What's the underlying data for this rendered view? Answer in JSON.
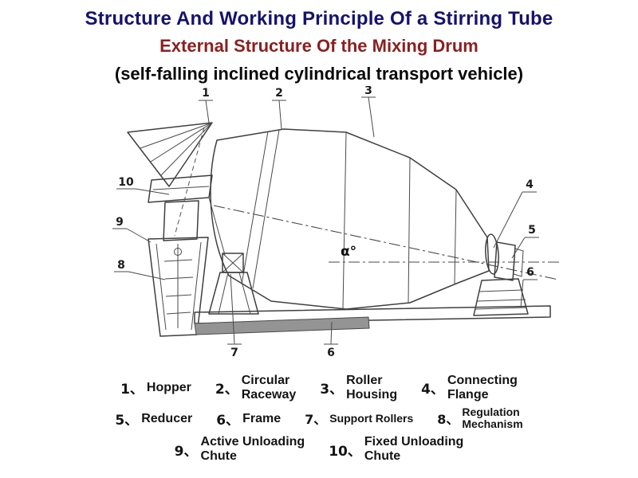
{
  "header": {
    "title": "Structure And Working Principle Of a Stirring Tube",
    "subtitle": "External Structure Of the Mixing Drum",
    "subtitle2": "(self-falling inclined cylindrical transport vehicle)",
    "title_color": "#15136e",
    "subtitle_color": "#8c1f1f",
    "subtitle2_color": "#0a0a0a"
  },
  "diagram": {
    "angle_label": "α°",
    "callouts": {
      "n1": "1",
      "n2": "2",
      "n3": "3",
      "n4": "4",
      "n5": "5",
      "n6": "6",
      "n6b": "6",
      "n7": "7",
      "n8": "8",
      "n9": "9",
      "n10": "10"
    },
    "line_color": "#3f3f3f"
  },
  "legend": {
    "rows": [
      [
        {
          "num": "1、",
          "label": "Hopper"
        },
        {
          "num": "2、",
          "label": "Circular\nRaceway"
        },
        {
          "num": "3、",
          "label": "Roller\nHousing"
        },
        {
          "num": "4、",
          "label": "Connecting\nFlange"
        }
      ],
      [
        {
          "num": "5、",
          "label": "Reducer"
        },
        {
          "num": "6、",
          "label": "Frame"
        },
        {
          "num": "7、",
          "label": "Support Rollers"
        },
        {
          "num": "8、",
          "label": "Regulation\nMechanism"
        }
      ],
      [
        {
          "num": "9、",
          "label": "Active Unloading\nChute"
        },
        {
          "num": "10、",
          "label": "Fixed Unloading\nChute"
        }
      ]
    ]
  }
}
